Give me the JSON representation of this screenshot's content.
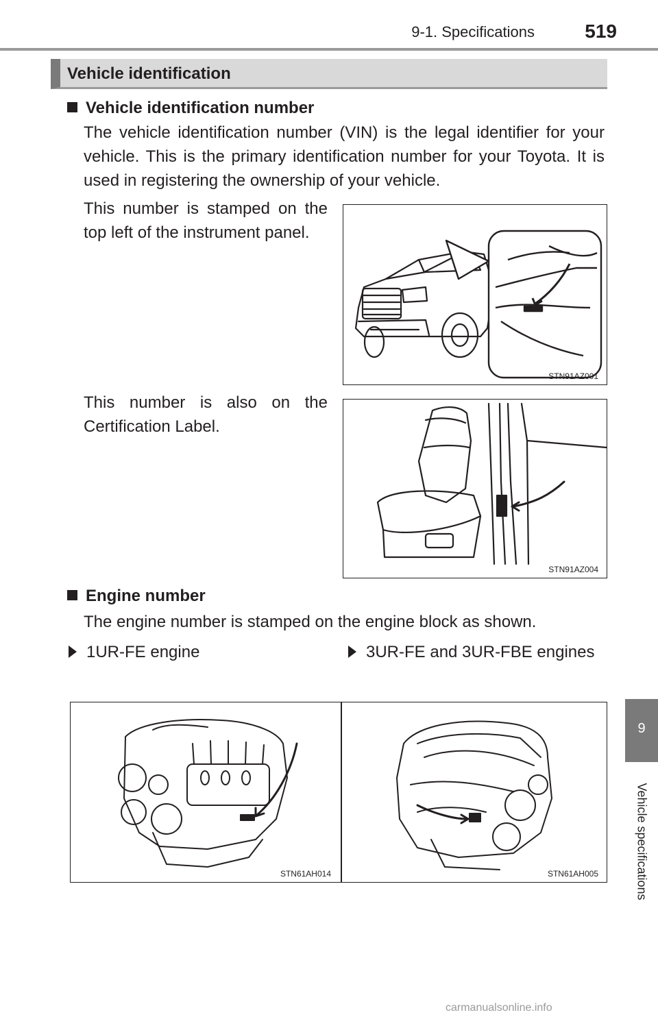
{
  "header": {
    "section": "9-1. Specifications",
    "page_number": "519"
  },
  "section_title": "Vehicle identification",
  "vin": {
    "heading": "Vehicle identification number",
    "intro": "The vehicle identification number (VIN) is the legal identifier for your vehicle. This is the primary identification number for your Toyota. It is used in registering the ownership of your vehicle.",
    "location_text": "This number is stamped on the top left of the instrument panel.",
    "figure1_code": "STN91AZ001",
    "label_text": "This number is also on the Certification Label.",
    "figure2_code": "STN91AZ004"
  },
  "engine": {
    "heading": "Engine number",
    "intro": "The engine number is stamped on the engine block as shown.",
    "col1_label": "1UR-FE engine",
    "col2_label": "3UR-FE and 3UR-FBE engines",
    "figure3_code": "STN61AH014",
    "figure4_code": "STN61AH005"
  },
  "side_tab": {
    "number": "9",
    "label": "Vehicle specifications"
  },
  "watermark": "carmanualsonline.info",
  "icons": {
    "bullet": "square-bullet-icon",
    "sub_bullet": "triangle-bullet-icon"
  }
}
